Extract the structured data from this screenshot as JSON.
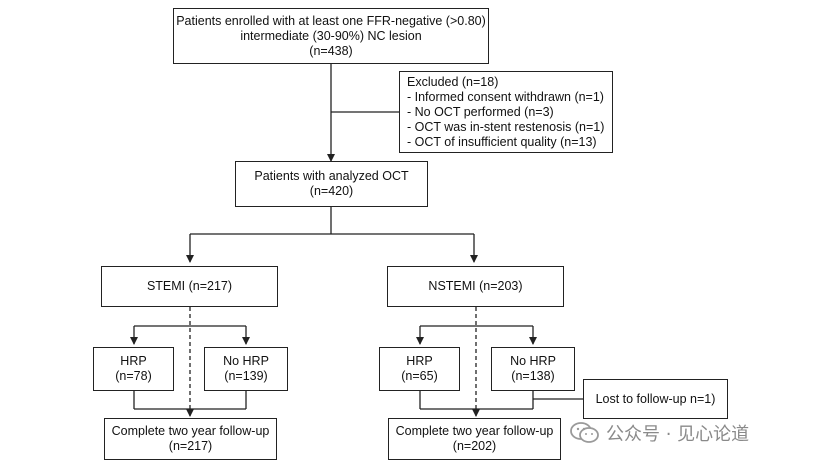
{
  "flowchart": {
    "enrolled": {
      "lines": [
        "Patients enrolled with at least one FFR-negative (>0.80)",
        "intermediate (30-90%) NC lesion",
        "(n=438)"
      ]
    },
    "excluded": {
      "lines": [
        "Excluded (n=18)",
        "- Informed consent withdrawn (n=1)",
        "- No OCT performed (n=3)",
        "- OCT was in-stent restenosis (n=1)",
        "- OCT of insufficient quality (n=13)"
      ]
    },
    "analyzed": {
      "lines": [
        "Patients with analyzed OCT",
        "(n=420)"
      ]
    },
    "stemi": {
      "label": "STEMI (n=217)"
    },
    "nstemi": {
      "label": "NSTEMI (n=203)"
    },
    "stemi_hrp": {
      "lines": [
        "HRP",
        "(n=78)"
      ]
    },
    "stemi_nohrp": {
      "lines": [
        "No HRP",
        "(n=139)"
      ]
    },
    "nstemi_hrp": {
      "lines": [
        "HRP",
        "(n=65)"
      ]
    },
    "nstemi_nohrp": {
      "lines": [
        "No HRP",
        "(n=138)"
      ]
    },
    "lost": {
      "label": "Lost to follow-up n=1)"
    },
    "stemi_complete": {
      "lines": [
        "Complete two year follow-up",
        "(n=217)"
      ]
    },
    "nstemi_complete": {
      "lines": [
        "Complete two year follow-up",
        "(n=202)"
      ]
    }
  },
  "watermark": {
    "text": "公众号 · 见心论道",
    "icon": "wechat-icon"
  }
}
